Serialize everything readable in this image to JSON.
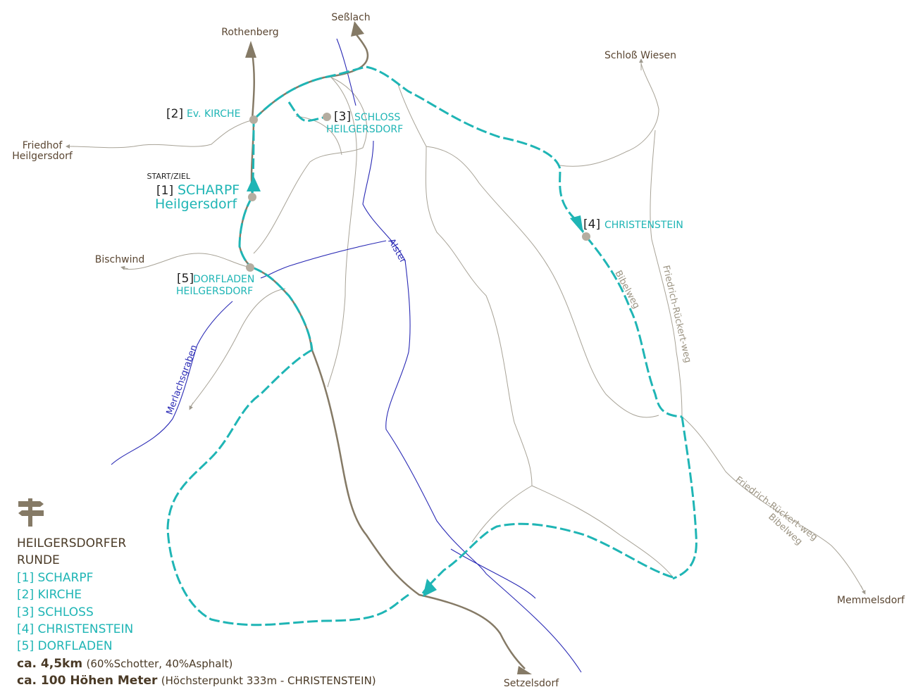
{
  "colors": {
    "route": "#1fb5b5",
    "main_road": "#857a66",
    "minor_path": "#9f9a8f",
    "water": "#2a2ab5",
    "text_dark": "#4a3a26",
    "stop_marker": "#b5ada0"
  },
  "places": {
    "sesslach": "Seßlach",
    "rothenberg": "Rothenberg",
    "schloss_wiesen": "Schloß Wiesen",
    "friedhof_line1": "Friedhof",
    "friedhof_line2": "Heilgersdorf",
    "bischwind": "Bischwind",
    "memmelsdorf": "Memmelsdorf",
    "setzelsdorf": "Setzelsdorf"
  },
  "stops": {
    "kirche": {
      "num": "[2]",
      "name": "Ev. KIRCHE"
    },
    "schloss": {
      "num": "[3]",
      "name_line1": "SCHLOSS",
      "name_line2": "HEILGERSDORF"
    },
    "scharpf": {
      "tag": "START/ZIEL",
      "num": "[1]",
      "name_line1": "SCHARPF",
      "name_line2": "Heilgersdorf"
    },
    "christenstein": {
      "num": "[4]",
      "name": "CHRISTENSTEIN"
    },
    "dorfladen": {
      "num": "[5]",
      "name_line1": "DORFLADEN",
      "name_line2": "HEILGERSDORF"
    }
  },
  "waterways": {
    "alster": "Alster",
    "merlachsgraben": "Merlachsgraben"
  },
  "trails": {
    "bibelweg": "Bibelweg",
    "friedrich_rueckert_weg": "Friedrich-Rückert-weg",
    "friedrich_rueckert_weg_2": "Friedrich-Rückert-weg",
    "bibelweg_2": "Bibelweg"
  },
  "legend": {
    "signpost_icon": "signpost-icon",
    "title_line1": "HEILGERSDORFER",
    "title_line2": "RUNDE",
    "stops": [
      "[1] SCHARPF",
      "[2] KIRCHE",
      "[3] SCHLOSS",
      "[4] CHRISTENSTEIN",
      "[5] DORFLADEN"
    ],
    "distance": "ca. 4,5km",
    "distance_detail": "(60%Schotter, 40%Asphalt)",
    "elevation": "ca. 100 Höhen Meter",
    "elevation_detail": "(Höchsterpunkt 333m - CHRISTENSTEIN)"
  }
}
